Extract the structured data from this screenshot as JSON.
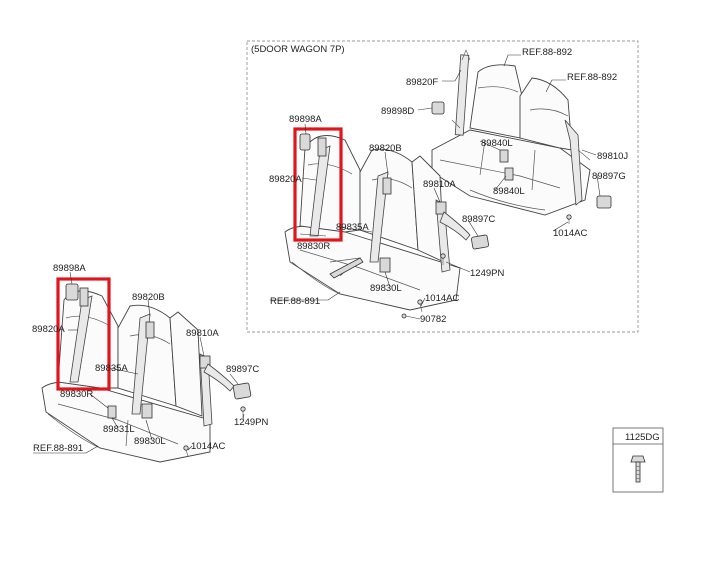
{
  "wagon_box": {
    "title": "(5DOOR WAGON 7P)"
  },
  "labels": {
    "w_89820F": "89820F",
    "w_ref1": "REF.88-892",
    "w_ref2": "REF.88-892",
    "w_89898D": "89898D",
    "w_89898A": "89898A",
    "w_89820B": "89820B",
    "w_89840L_a": "89840L",
    "w_89810J": "89810J",
    "w_89820A": "89820A",
    "w_89810A": "89810A",
    "w_89840L_b": "89840L",
    "w_89897G": "89897G",
    "w_89835A": "89835A",
    "w_89897C": "89897C",
    "w_89830R": "89830R",
    "w_1014AC_a": "1014AC",
    "w_1249PN": "1249PN",
    "w_89830L": "89830L",
    "w_1014AC_b": "1014AC",
    "w_ref891": "REF.88-891",
    "w_90782": "90782",
    "m_89898A": "89898A",
    "m_89820B": "89820B",
    "m_89820A": "89820A",
    "m_89810A": "89810A",
    "m_89835A": "89835A",
    "m_89897C": "89897C",
    "m_89830R": "89830R",
    "m_1249PN": "1249PN",
    "m_89831L": "89831L",
    "m_89830L": "89830L",
    "m_1014AC": "1014AC",
    "m_ref891": "REF.88-891"
  },
  "bolt_box": {
    "title": "1125DG"
  },
  "colors": {
    "highlight": "#e0161c",
    "line": "#333333"
  }
}
